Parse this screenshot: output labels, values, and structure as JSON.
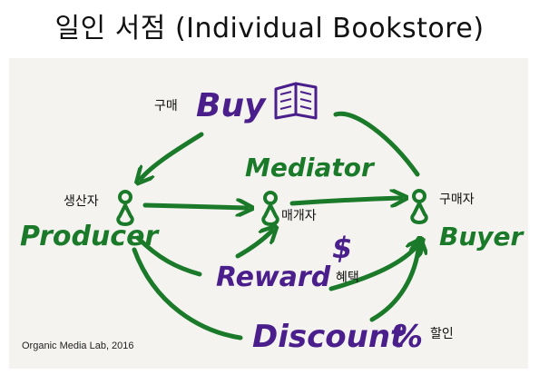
{
  "title": "일인 서점 (Individual Bookstore)",
  "labels": {
    "buy_kr": "구매",
    "buy_en": "Buy",
    "mediator_en": "Mediator",
    "mediator_kr": "매개자",
    "producer_kr": "생산자",
    "producer_en": "Producer",
    "buyer_kr": "구매자",
    "buyer_en": "Buyer",
    "reward_en": "Reward",
    "reward_symbol": "$",
    "reward_kr": "혜택",
    "discount_en": "Discount",
    "discount_symbol": "%",
    "discount_kr": "할인"
  },
  "credit": "Organic Media Lab, 2016",
  "colors": {
    "green": "#1a7a2a",
    "purple": "#4a1f8c",
    "board": "#f4f3ef"
  },
  "icons": [
    "book-icon",
    "person-icon"
  ]
}
